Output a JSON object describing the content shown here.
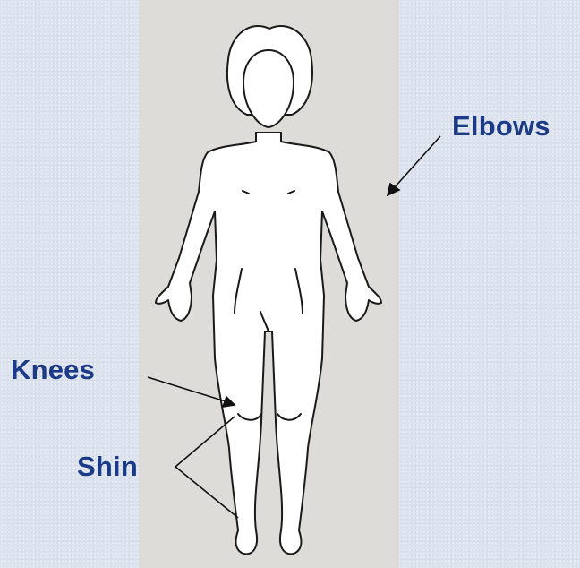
{
  "labels": {
    "elbows": "Elbows",
    "knees": "Knees",
    "shin": "Shin"
  },
  "colors": {
    "background": "#dde3ee",
    "panel": "#dedcd8",
    "figure_fill": "#ffffff",
    "outline": "#1a1a1a",
    "label_text": "#1b3a87"
  }
}
